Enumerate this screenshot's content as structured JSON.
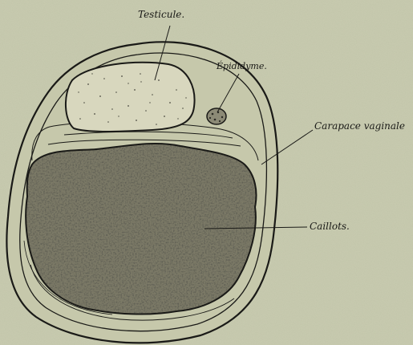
{
  "figure": {
    "labels": {
      "testicule": "Testicule.",
      "epididyme": "Épididyme.",
      "carapace": "Carapace vaginale",
      "caillots": "Caillots."
    },
    "colors": {
      "paper": "#c9ccb0",
      "ink": "#1a1a17",
      "testis_fill": "#d8d7be",
      "clot_fill": "#5c5a4c"
    }
  }
}
